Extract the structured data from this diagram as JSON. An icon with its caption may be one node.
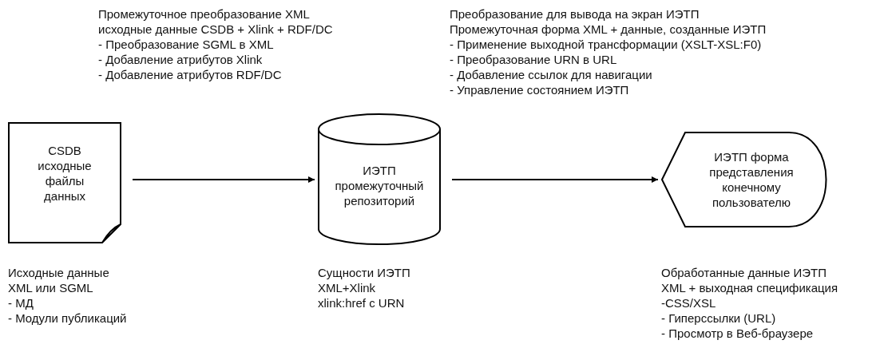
{
  "diagram": {
    "nodes": [
      {
        "text": [
          "CSDB исходные файлы данных"
        ],
        "beside": [
          "Исходные данные",
          "XML или SGML",
          "- МД",
          "- Модули публикаций"
        ]
      },
      {
        "text": [
          "ИЭТП промежуточный репозиторий"
        ],
        "beside": [
          "Сущности ИЭТП",
          "XML+Xlink",
          "xlink:href с URN"
        ]
      },
      {
        "text": [
          "ИЭТП форма представления конечному пользователю"
        ],
        "beside": [
          "Обработанные данные ИЭТП",
          "XML + выходная спецификация",
          "-CSS/XSL",
          "- Гиперссылки (URL)",
          "- Просмотр в Веб-браузере"
        ]
      }
    ],
    "edges": [
      {
        "from": 0,
        "to": 1,
        "arrow": "to"
      },
      {
        "from": 1,
        "to": 2,
        "arrow": "to"
      }
    ],
    "labels": [
      "Промежуточное преобразование XML",
      "исходные данные CSDB + Xlink + RDF/DC",
      "- Преобразование SGML в XML",
      "- Добавление атрибутов Xlink",
      "- Добавление атрибутов RDF/DC",
      "Преобразование для вывода на экран ИЭТП",
      "Промежуточная форма XML + данные, созданные ИЭТП",
      "- Применение выходной трансформации (XSLT-XSL:F0)",
      "- Преобразование URN в URL",
      "- Добавление ссылок для навигации",
      "- Управление состоянием ИЭТП"
    ]
  }
}
